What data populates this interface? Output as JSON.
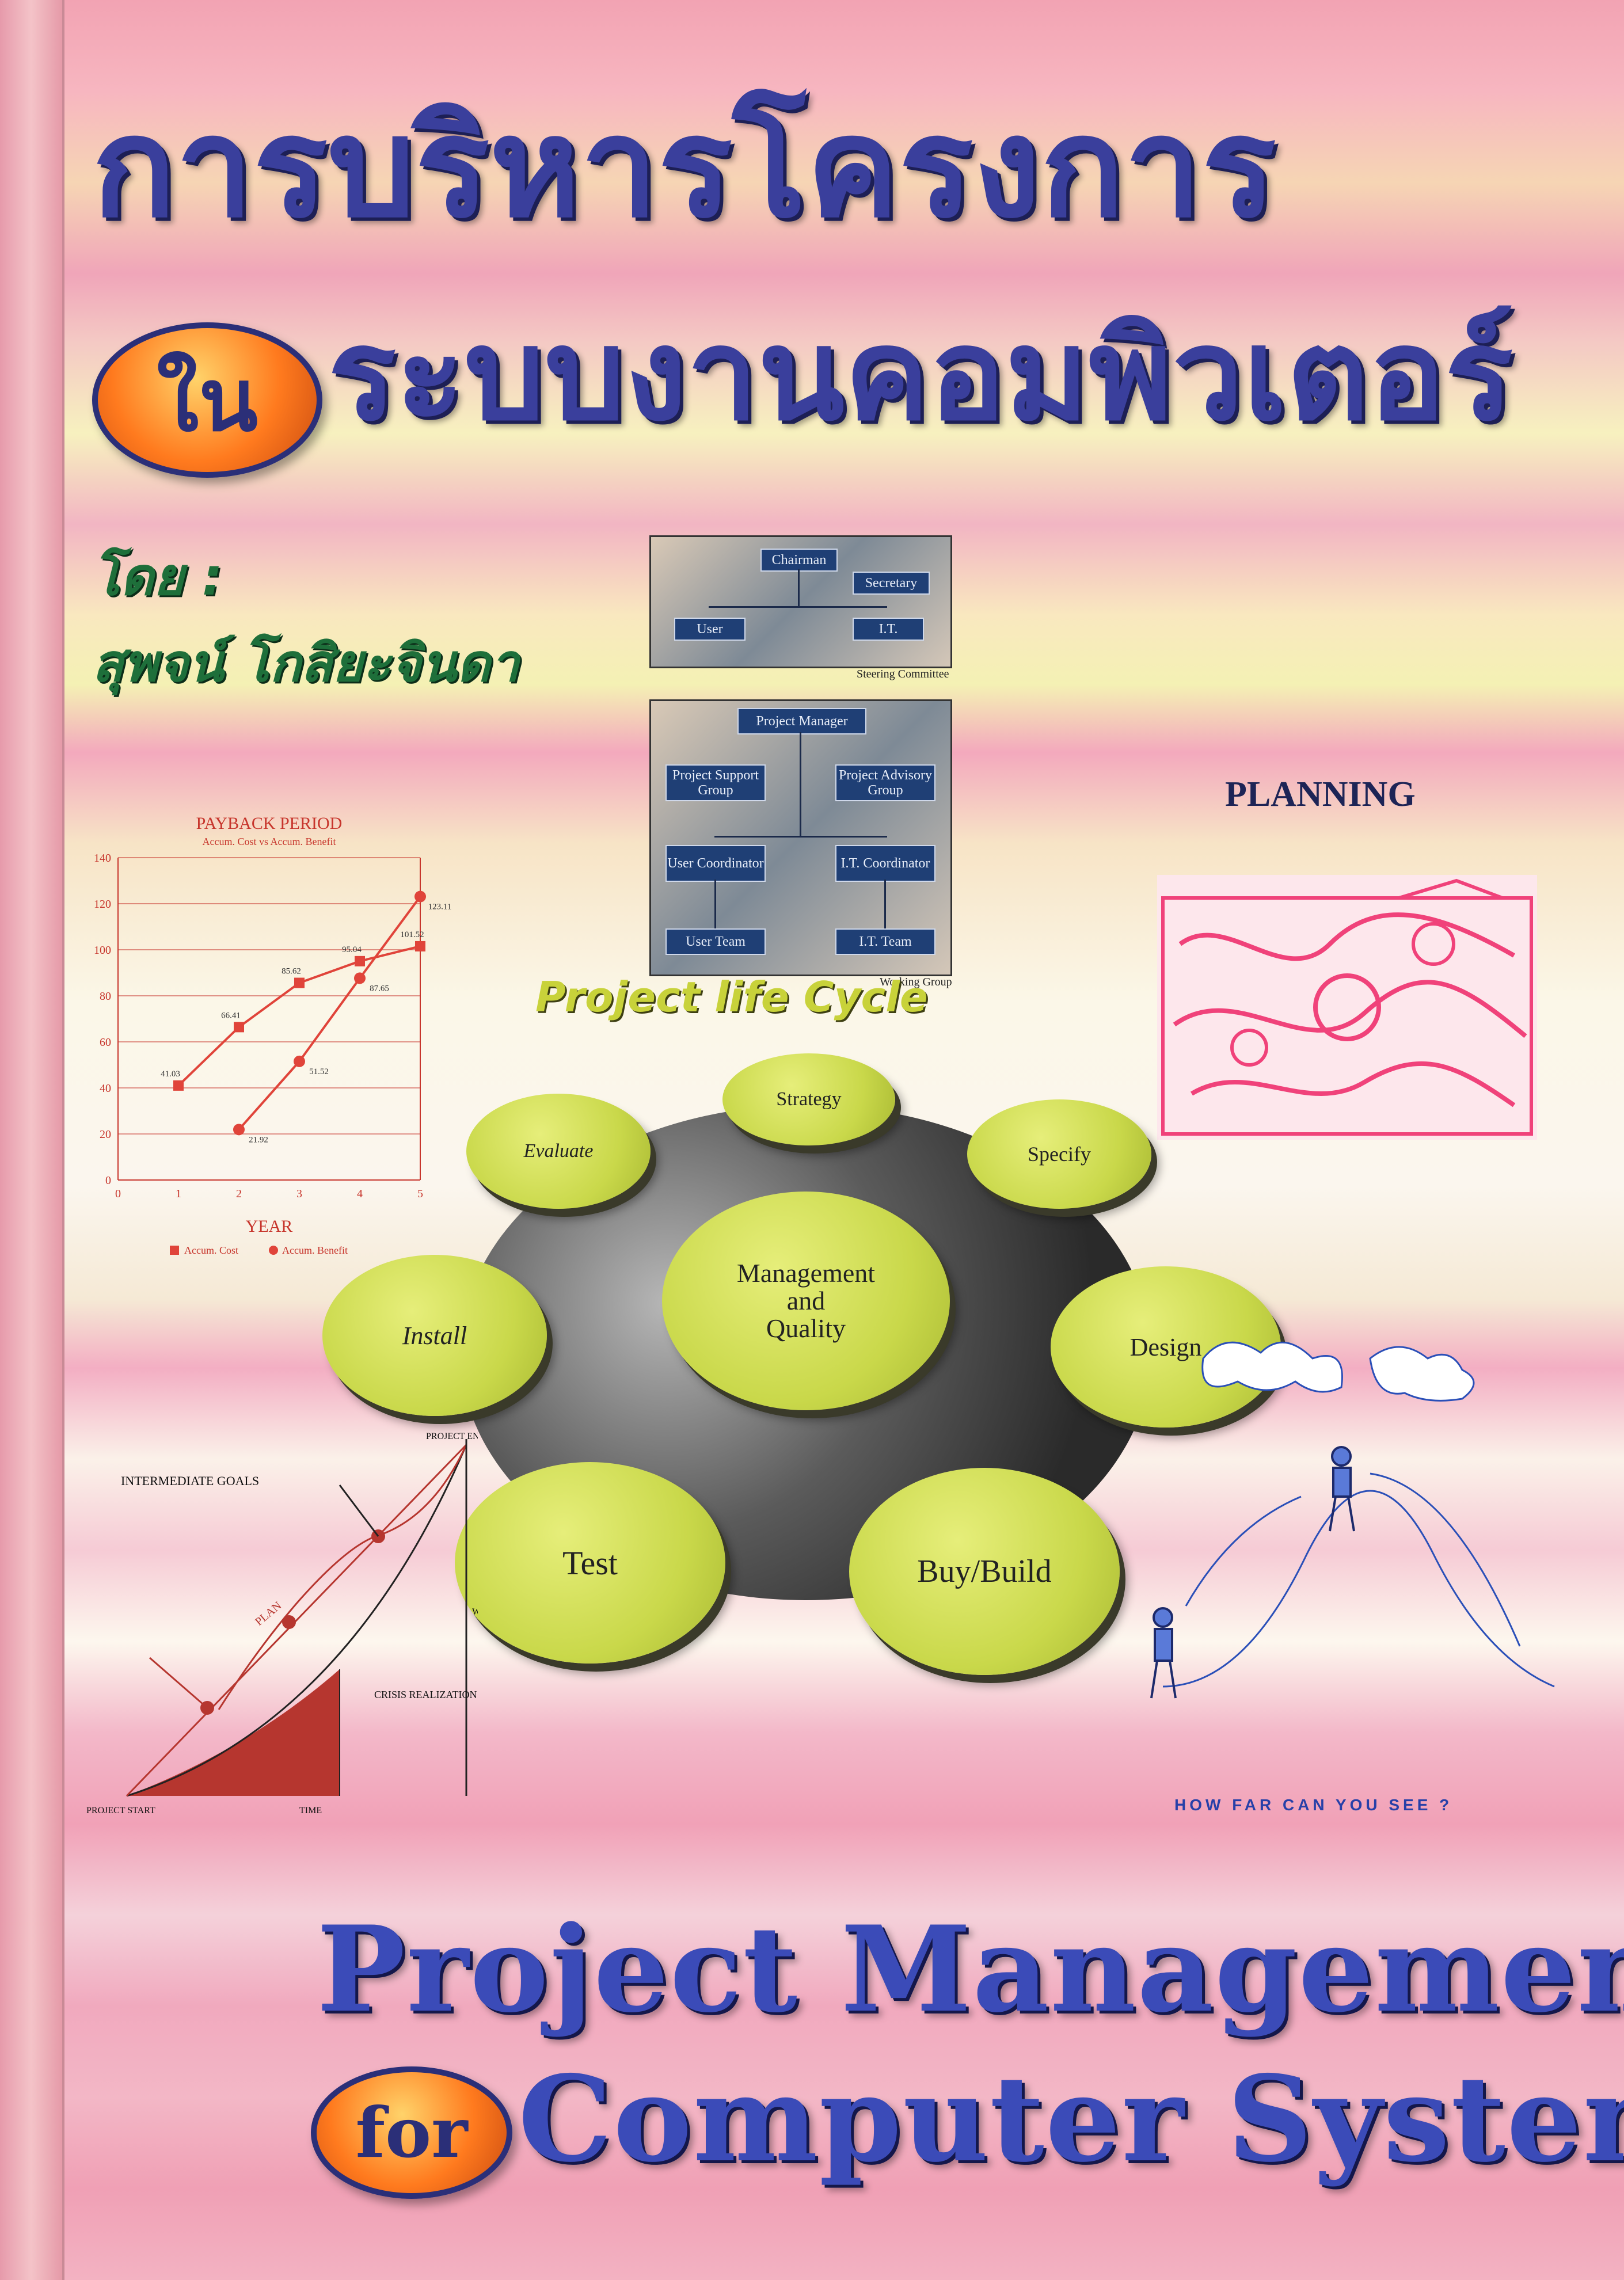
{
  "cover": {
    "thai_title_line1": "การบริหารโครงการ",
    "thai_title_in": "ใน",
    "thai_title_line2": "ระบบงานคอมพิวเตอร์",
    "author_label": "โดย :",
    "author_name": "สุพจน์ โกสิยะจินดา",
    "english_title_line1": "Project Management",
    "english_title_for": "for",
    "english_title_line2": "Computer System",
    "colors": {
      "title": "#3a3f9c",
      "badge": "#ff7a1e",
      "bubble": "#c9d84a",
      "author": "#1e6f3a"
    }
  },
  "org_chart": {
    "top_boxes": [
      "Chairman",
      "Secretary",
      "User",
      "I.T."
    ],
    "top_caption": "Steering Committee",
    "bottom_boxes": [
      "Project Manager",
      "Project Support Group",
      "Project Advisory Group",
      "User Coordinator",
      "I.T. Coordinator",
      "User Team",
      "I.T. Team"
    ],
    "bottom_caption": "Working Group"
  },
  "lifecycle": {
    "title": "Project life Cycle",
    "center": [
      "Management",
      "and",
      "Quality"
    ],
    "stages": [
      "Strategy",
      "Specify",
      "Design",
      "Buy/Build",
      "Test",
      "Install",
      "Evaluate"
    ]
  },
  "planning_label": "PLANNING",
  "how_far": "HOW FAR CAN YOU SEE ?",
  "chart_data": [
    {
      "type": "line",
      "title": "PAYBACK PERIOD",
      "subtitle": "Accum. Cost vs Accum. Benefit",
      "xlabel": "YEAR",
      "x": [
        0,
        1,
        2,
        3,
        4,
        5
      ],
      "ylim": [
        0,
        140
      ],
      "yticks": [
        0,
        20,
        40,
        60,
        80,
        100,
        120,
        140
      ],
      "grid": true,
      "legend_position": "bottom",
      "series": [
        {
          "name": "Accum. Cost",
          "x": [
            1,
            2,
            3,
            4,
            5
          ],
          "values": [
            41.03,
            66.41,
            85.62,
            95.04,
            101.52
          ],
          "labels": [
            "41.03",
            "66.41",
            "85.62",
            "95.04",
            "101.52"
          ],
          "marker": "square",
          "color": "#e0443a"
        },
        {
          "name": "Accum. Benefit",
          "x": [
            2,
            3,
            4,
            5
          ],
          "values": [
            21.92,
            51.52,
            87.65,
            123.11
          ],
          "labels": [
            "21.92",
            "51.52",
            "87.65",
            "123.11"
          ],
          "marker": "circle",
          "color": "#e0443a"
        }
      ]
    },
    {
      "type": "line",
      "title": "",
      "labels": {
        "intermediate_goals": "INTERMEDIATE GOALS",
        "project_end": "PROJECT END",
        "plan": "PLAN",
        "work": "WORK",
        "crisis": "CRISIS REALIZATION",
        "start": "PROJECT START",
        "time": "TIME"
      }
    }
  ]
}
